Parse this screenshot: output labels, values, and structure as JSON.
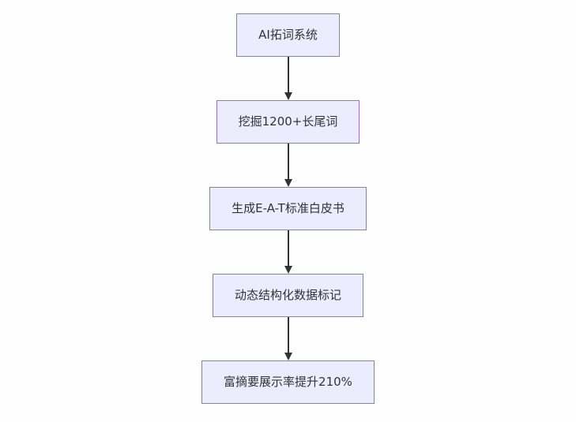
{
  "diagram": {
    "type": "flowchart",
    "direction": "top-down",
    "nodes": [
      {
        "id": "n1",
        "label": "AI拓词系统"
      },
      {
        "id": "n2",
        "label": "挖掘1200+长尾词"
      },
      {
        "id": "n3",
        "label": "生成E-A-T标准白皮书"
      },
      {
        "id": "n4",
        "label": "动态结构化数据标记"
      },
      {
        "id": "n5",
        "label": "富摘要展示率提升210%"
      }
    ],
    "edges": [
      {
        "from": "n1",
        "to": "n2"
      },
      {
        "from": "n2",
        "to": "n3"
      },
      {
        "from": "n3",
        "to": "n4"
      },
      {
        "from": "n4",
        "to": "n5"
      }
    ],
    "colors": {
      "node_fill": "#ECECFF",
      "node_border": "#9370DB",
      "arrow": "#333333",
      "text": "#333333",
      "background": "#fefefe"
    }
  }
}
